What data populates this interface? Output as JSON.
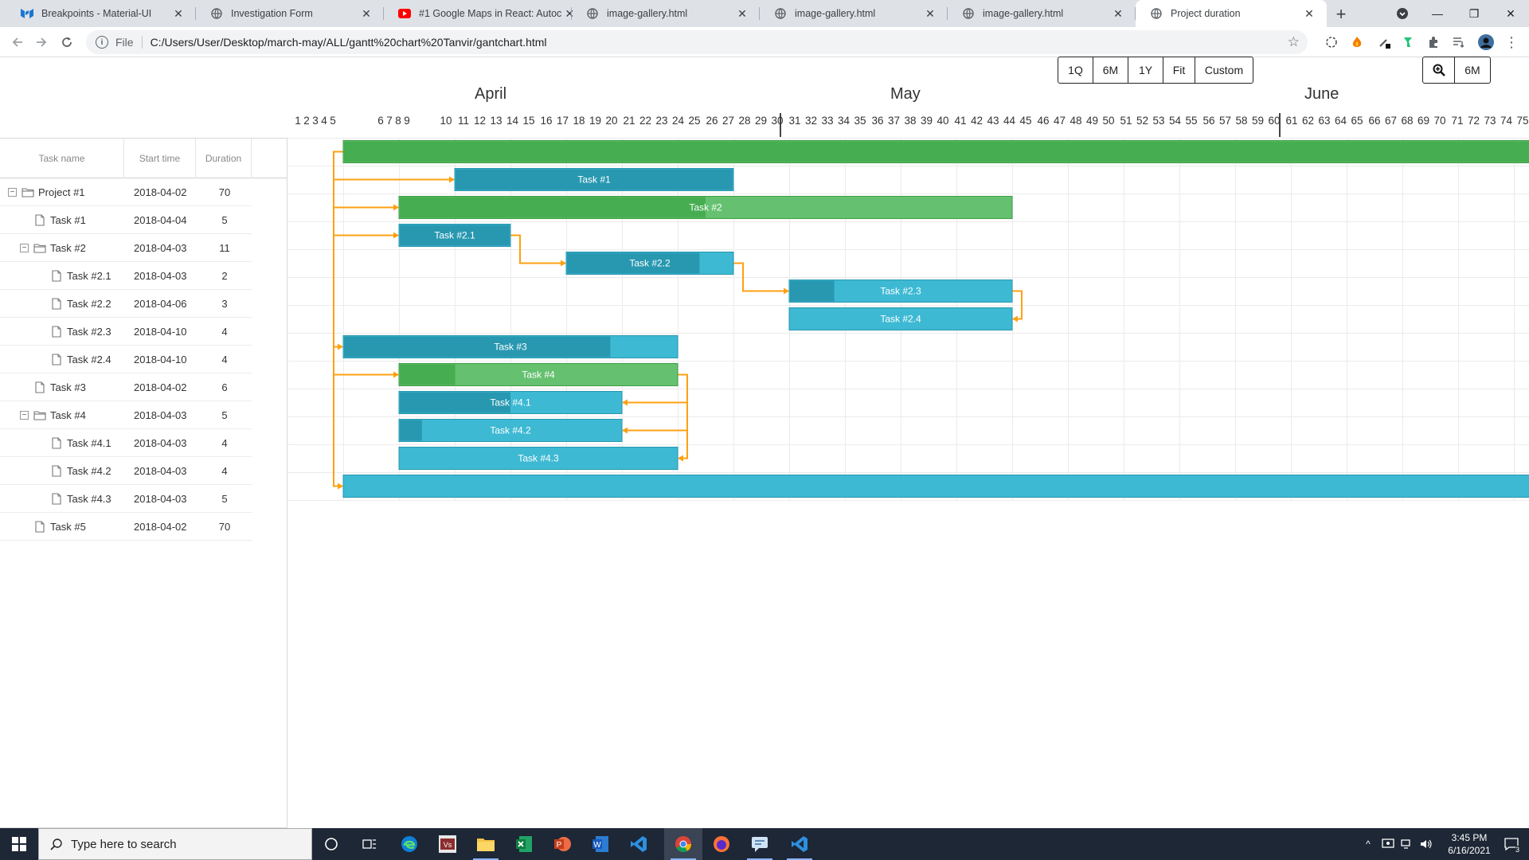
{
  "browser": {
    "tabs": [
      {
        "title": "Breakpoints - Material-UI",
        "icon": "material-ui-icon"
      },
      {
        "title": "Investigation Form",
        "icon": "globe-icon"
      },
      {
        "title": "#1 Google Maps in React: Autoc",
        "icon": "youtube-icon"
      },
      {
        "title": "image-gallery.html",
        "icon": "globe-icon"
      },
      {
        "title": "image-gallery.html",
        "icon": "globe-icon"
      },
      {
        "title": "image-gallery.html",
        "icon": "globe-icon"
      },
      {
        "title": "Project duration",
        "icon": "globe-icon",
        "active": true
      }
    ],
    "address": {
      "scheme": "File",
      "url": "C:/Users/User/Desktop/march-may/ALL/gantt%20chart%20Tanvir/gantchart.html"
    }
  },
  "gantt": {
    "zoom_buttons": [
      "1Q",
      "6M",
      "1Y",
      "Fit",
      "Custom"
    ],
    "zoom_tool": {
      "icon": "zoom-in-icon",
      "label": "6M"
    },
    "months": [
      "April",
      "May",
      "June"
    ],
    "day_numbers": [
      "1",
      "2",
      "3",
      "4",
      "5",
      "6",
      "7",
      "8",
      "9",
      "10",
      "11",
      "12",
      "13",
      "14",
      "15",
      "16",
      "17",
      "18",
      "19",
      "20",
      "21",
      "22",
      "23",
      "24",
      "25",
      "26",
      "27",
      "28",
      "29",
      "30",
      "31",
      "32",
      "33",
      "34",
      "35",
      "36",
      "37",
      "38",
      "39",
      "40",
      "41",
      "42",
      "43",
      "44",
      "45",
      "46",
      "47",
      "48",
      "49",
      "50",
      "51",
      "52",
      "53",
      "54",
      "55",
      "56",
      "57",
      "58",
      "59",
      "60",
      "61",
      "62",
      "63",
      "64",
      "65",
      "66",
      "67",
      "68",
      "69",
      "70",
      "71",
      "72",
      "73",
      "74",
      "75"
    ],
    "columns": {
      "name": "Task name",
      "start": "Start time",
      "duration": "Duration"
    },
    "tasks": [
      {
        "name": "Project #1",
        "start": "2018-04-02",
        "duration": "70",
        "level": 0,
        "type": "folder",
        "expanded": true
      },
      {
        "name": "Task #1",
        "start": "2018-04-04",
        "duration": "5",
        "level": 1,
        "type": "file"
      },
      {
        "name": "Task #2",
        "start": "2018-04-03",
        "duration": "11",
        "level": 1,
        "type": "folder",
        "expanded": true
      },
      {
        "name": "Task #2.1",
        "start": "2018-04-03",
        "duration": "2",
        "level": 2,
        "type": "file"
      },
      {
        "name": "Task #2.2",
        "start": "2018-04-06",
        "duration": "3",
        "level": 2,
        "type": "file"
      },
      {
        "name": "Task #2.3",
        "start": "2018-04-10",
        "duration": "4",
        "level": 2,
        "type": "file"
      },
      {
        "name": "Task #2.4",
        "start": "2018-04-10",
        "duration": "4",
        "level": 2,
        "type": "file"
      },
      {
        "name": "Task #3",
        "start": "2018-04-02",
        "duration": "6",
        "level": 1,
        "type": "file"
      },
      {
        "name": "Task #4",
        "start": "2018-04-03",
        "duration": "5",
        "level": 1,
        "type": "folder",
        "expanded": true
      },
      {
        "name": "Task #4.1",
        "start": "2018-04-03",
        "duration": "4",
        "level": 2,
        "type": "file"
      },
      {
        "name": "Task #4.2",
        "start": "2018-04-03",
        "duration": "4",
        "level": 2,
        "type": "file"
      },
      {
        "name": "Task #4.3",
        "start": "2018-04-03",
        "duration": "5",
        "level": 2,
        "type": "file"
      },
      {
        "name": "Task #5",
        "start": "2018-04-02",
        "duration": "70",
        "level": 1,
        "type": "file"
      }
    ],
    "bars": [
      {
        "label": "",
        "start": 1,
        "end": 23,
        "progress": 1.0,
        "kind": "project"
      },
      {
        "label": "Task #1",
        "start": 3,
        "end": 8,
        "progress": 1.0,
        "kind": "task"
      },
      {
        "label": "Task #2",
        "start": 2,
        "end": 13,
        "progress": 0.5,
        "kind": "project"
      },
      {
        "label": "Task #2.1",
        "start": 2,
        "end": 4,
        "progress": 1.0,
        "kind": "task"
      },
      {
        "label": "Task #2.2",
        "start": 5,
        "end": 8,
        "progress": 0.8,
        "kind": "task"
      },
      {
        "label": "Task #2.3",
        "start": 9,
        "end": 13,
        "progress": 0.2,
        "kind": "task"
      },
      {
        "label": "Task #2.4",
        "start": 9,
        "end": 13,
        "progress": 0.0,
        "kind": "task"
      },
      {
        "label": "Task #3",
        "start": 1,
        "end": 7,
        "progress": 0.8,
        "kind": "task"
      },
      {
        "label": "Task #4",
        "start": 2,
        "end": 7,
        "progress": 0.2,
        "kind": "project"
      },
      {
        "label": "Task #4.1",
        "start": 2,
        "end": 6,
        "progress": 0.5,
        "kind": "task"
      },
      {
        "label": "Task #4.2",
        "start": 2,
        "end": 6,
        "progress": 0.1,
        "kind": "task"
      },
      {
        "label": "Task #4.3",
        "start": 2,
        "end": 7,
        "progress": 0.0,
        "kind": "task"
      },
      {
        "label": "",
        "start": 1,
        "end": 23,
        "progress": 0.0,
        "kind": "task"
      }
    ],
    "links": [
      {
        "from": 0,
        "to": 1,
        "type": "start-start"
      },
      {
        "from": 0,
        "to": 2,
        "type": "start-start"
      },
      {
        "from": 0,
        "to": 3,
        "type": "start-start"
      },
      {
        "from": 3,
        "to": 4,
        "type": "finish-start"
      },
      {
        "from": 4,
        "to": 5,
        "type": "finish-start"
      },
      {
        "from": 5,
        "to": 6,
        "type": "finish-finish"
      },
      {
        "from": 0,
        "to": 7,
        "type": "start-start"
      },
      {
        "from": 0,
        "to": 8,
        "type": "start-start"
      },
      {
        "from": 8,
        "to": 9,
        "type": "finish-finish"
      },
      {
        "from": 8,
        "to": 10,
        "type": "finish-finish"
      },
      {
        "from": 8,
        "to": 11,
        "type": "finish-finish"
      },
      {
        "from": 0,
        "to": 12,
        "type": "start-start"
      }
    ],
    "colors": {
      "task_bar": "#3db9d3",
      "task_progress": "#2898b0",
      "project_bar": "#65c16f",
      "project_progress": "#46ad51",
      "link": "#ffa011",
      "grid_line": "#ebebeb"
    }
  },
  "taskbar": {
    "search_placeholder": "Type here to search",
    "time": "3:45 PM",
    "date": "6/16/2021",
    "notification_count": "3"
  }
}
